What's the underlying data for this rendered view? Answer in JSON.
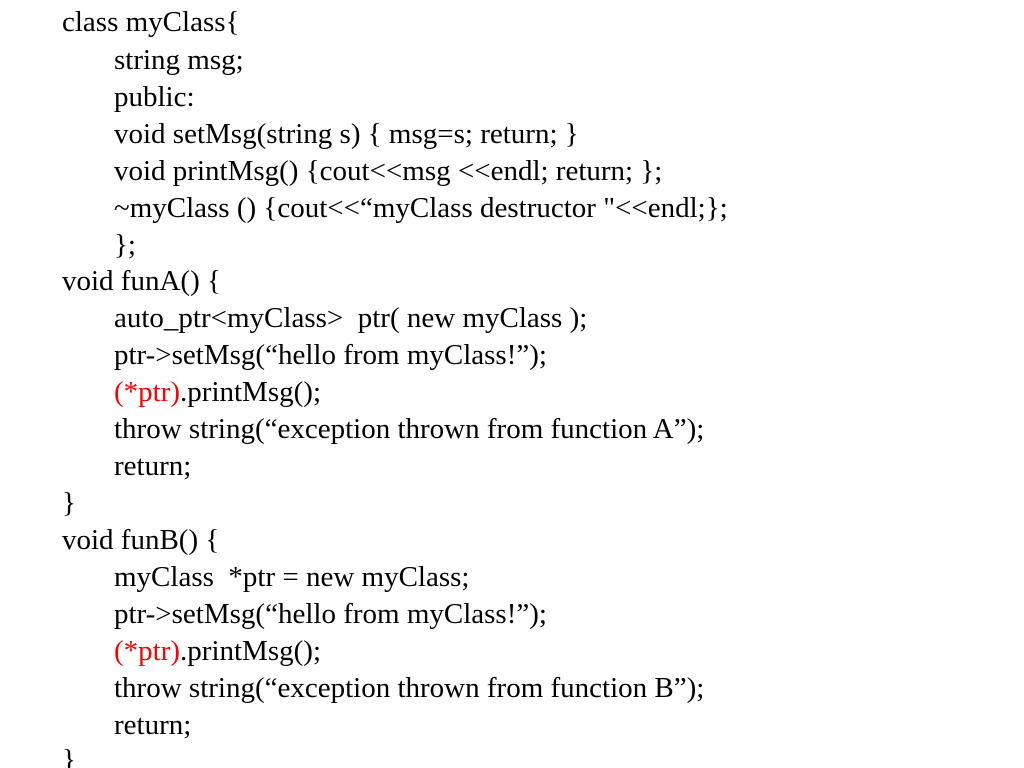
{
  "colors": {
    "text": "#000000",
    "highlight": "#ff0000",
    "background": "#ffffff"
  },
  "code": {
    "class_decl": "class myClass{",
    "member_msg": "string msg;",
    "public_label": "public:",
    "set_msg": "void setMsg(string s) { msg=s; return; }",
    "print_msg": "void printMsg() {cout<<msg <<endl; return; };",
    "destructor": "~myClass () {cout<<“myClass destructor \"<<endl;};",
    "class_end": "};",
    "fun_a": {
      "header": "void funA() {",
      "auto_ptr": "auto_ptr<myClass>  ptr( new myClass );",
      "set_msg_call": "ptr->setMsg(“hello from myClass!”);",
      "deref": "(*ptr)",
      "print_call": ".printMsg();",
      "throw": "throw string(“exception thrown from function A”);",
      "return": "return;",
      "close": "}"
    },
    "fun_b": {
      "header": "void funB() {",
      "raw_ptr": "myClass  *ptr = new myClass;",
      "set_msg_call": "ptr->setMsg(“hello from myClass!”);",
      "deref": "(*ptr)",
      "print_call": ".printMsg();",
      "throw": "throw string(“exception thrown from function B”);",
      "return": "return;",
      "close": "}"
    }
  }
}
